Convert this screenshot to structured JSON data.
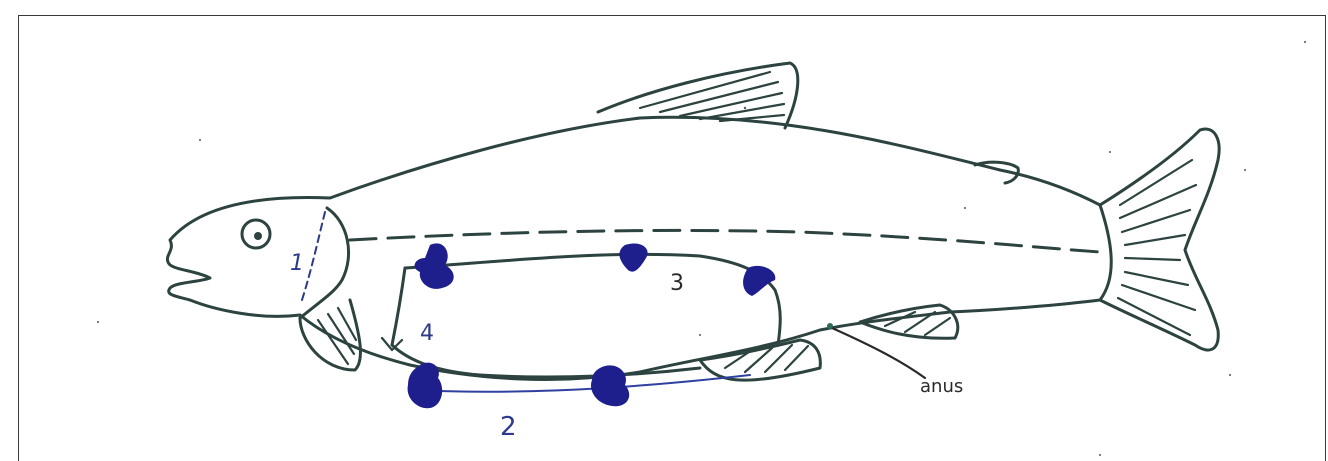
{
  "labels": {
    "cut_1": "1",
    "cut_2": "2",
    "cut_3": "3",
    "cut_4": "4",
    "anus": "anus"
  },
  "colors": {
    "line": "#2c4340",
    "ink_blue": "#1e1f8c",
    "ink_dark": "#2a2a2a"
  }
}
